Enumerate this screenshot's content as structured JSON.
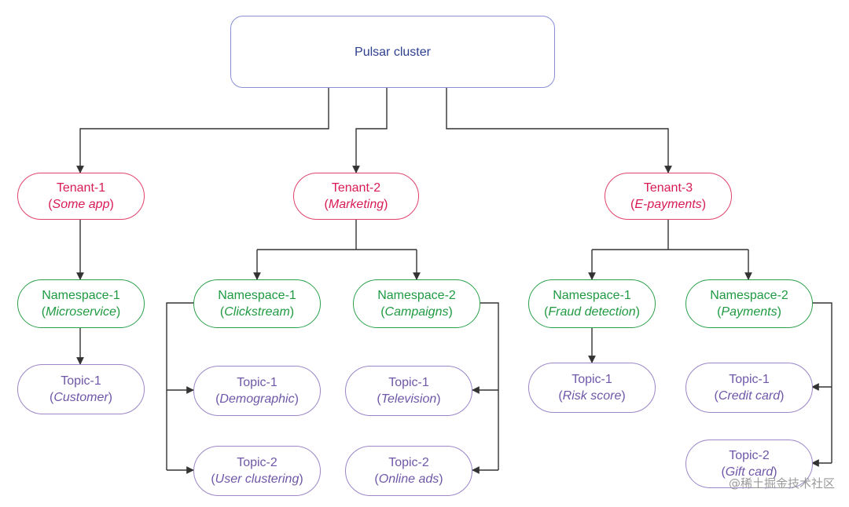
{
  "root": {
    "label": "Pulsar cluster"
  },
  "tenants": [
    {
      "name": "Tenant-1",
      "desc": "Some app"
    },
    {
      "name": "Tenant-2",
      "desc": "Marketing"
    },
    {
      "name": "Tenant-3",
      "desc": "E-payments"
    }
  ],
  "namespaces": [
    {
      "name": "Namespace-1",
      "desc": "Microservice"
    },
    {
      "name": "Namespace-1",
      "desc": "Clickstream"
    },
    {
      "name": "Namespace-2",
      "desc": "Campaigns"
    },
    {
      "name": "Namespace-1",
      "desc": "Fraud detection"
    },
    {
      "name": "Namespace-2",
      "desc": "Payments"
    }
  ],
  "topics": [
    {
      "name": "Topic-1",
      "desc": "Customer"
    },
    {
      "name": "Topic-1",
      "desc": "Demographic"
    },
    {
      "name": "Topic-2",
      "desc": "User clustering"
    },
    {
      "name": "Topic-1",
      "desc": "Television"
    },
    {
      "name": "Topic-2",
      "desc": "Online ads"
    },
    {
      "name": "Topic-1",
      "desc": "Risk score"
    },
    {
      "name": "Topic-1",
      "desc": "Credit card"
    },
    {
      "name": "Topic-2",
      "desc": "Gift card"
    }
  ],
  "watermark": "@稀土掘金技术社区",
  "colors": {
    "root": "#2e3f8f",
    "tenant": "#d81b55",
    "namespace": "#1f9a42",
    "topic": "#6f57a8",
    "connector": "#333333"
  }
}
